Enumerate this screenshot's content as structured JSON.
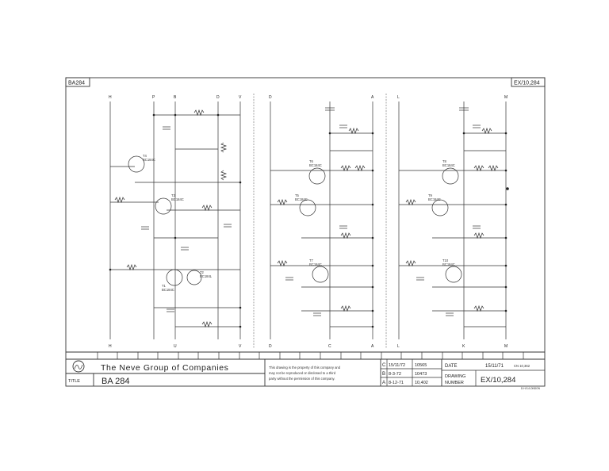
{
  "header": {
    "tag_left": "BA284",
    "tag_right": "EX/10,284"
  },
  "columns": [
    {
      "top": [
        "H",
        "P",
        "B",
        "D",
        "V"
      ],
      "bottom": [
        "H",
        "U",
        "",
        "V"
      ]
    },
    {
      "top": [
        "D",
        "",
        "A"
      ],
      "bottom": [
        "D",
        "C",
        "",
        "A"
      ]
    },
    {
      "top": [
        "L",
        "",
        "M"
      ],
      "bottom": [
        "L",
        "K",
        "",
        "M"
      ]
    }
  ],
  "transistors": [
    "T4",
    "T3",
    "T1",
    "T2",
    "T6",
    "T5",
    "T7",
    "T8",
    "T9",
    "T10"
  ],
  "transistor_types": [
    "BC184C",
    "BC184C",
    "BC184C",
    "BC184L",
    "BC184C",
    "BC184C",
    "BC184C",
    "BC184C",
    "BC184C",
    "BC184C"
  ],
  "title_block": {
    "company": "The Neve Group of Companies",
    "title_label": "TITLE",
    "title_value": "BA 284",
    "notice_lines": [
      "This drawing is the property of this company and",
      "may not be reproduced or disclosed to a third",
      "party without the permission of this company."
    ],
    "revisions": [
      {
        "rev": "C",
        "date": "15/11/72",
        "number": "10565"
      },
      {
        "rev": "B",
        "date": "8-3-72",
        "number": "10473"
      },
      {
        "rev": "A",
        "date": "8-12-71",
        "number": "10,402"
      }
    ],
    "date_label": "DATE",
    "date_value": "15/11/71",
    "cn_label": "CN 10,362",
    "drawing_label_1": "DRAWING",
    "drawing_label_2": "NUMBER",
    "drawing_value": "EX/10,284",
    "maker": "D.H.S./LONDON"
  }
}
